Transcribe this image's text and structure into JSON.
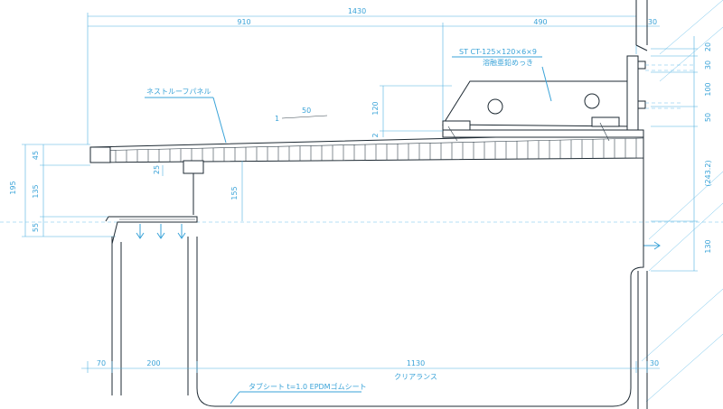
{
  "dimensions": {
    "top": {
      "overall": "1430",
      "left": "910",
      "mid": "490",
      "right": "30"
    },
    "right": {
      "d20": "20",
      "d30": "30",
      "d100": "100",
      "d50": "50",
      "d243": "(243.2)",
      "d130": "130"
    },
    "left": {
      "total": "195",
      "d45": "45",
      "d135": "135",
      "d55": "55"
    },
    "inner": {
      "d25": "25",
      "d155": "155",
      "d120": "120",
      "d2": "2"
    },
    "bottom": {
      "d70": "70",
      "d200": "200",
      "d1130": "1130",
      "d30": "30"
    },
    "slope": {
      "rise": "1",
      "run": "50"
    }
  },
  "callouts": {
    "panel": "ネストルーフパネル",
    "steel_line1": "ST CT-125×120×6×9",
    "steel_line2": "溶融亜鉛めっき",
    "clearance": "クリアランス",
    "tub_sheet": "タブシート t=1.0 EPDMゴムシート"
  },
  "colors": {
    "dimension": "#3aa3d8",
    "object": "#1e2a33"
  }
}
